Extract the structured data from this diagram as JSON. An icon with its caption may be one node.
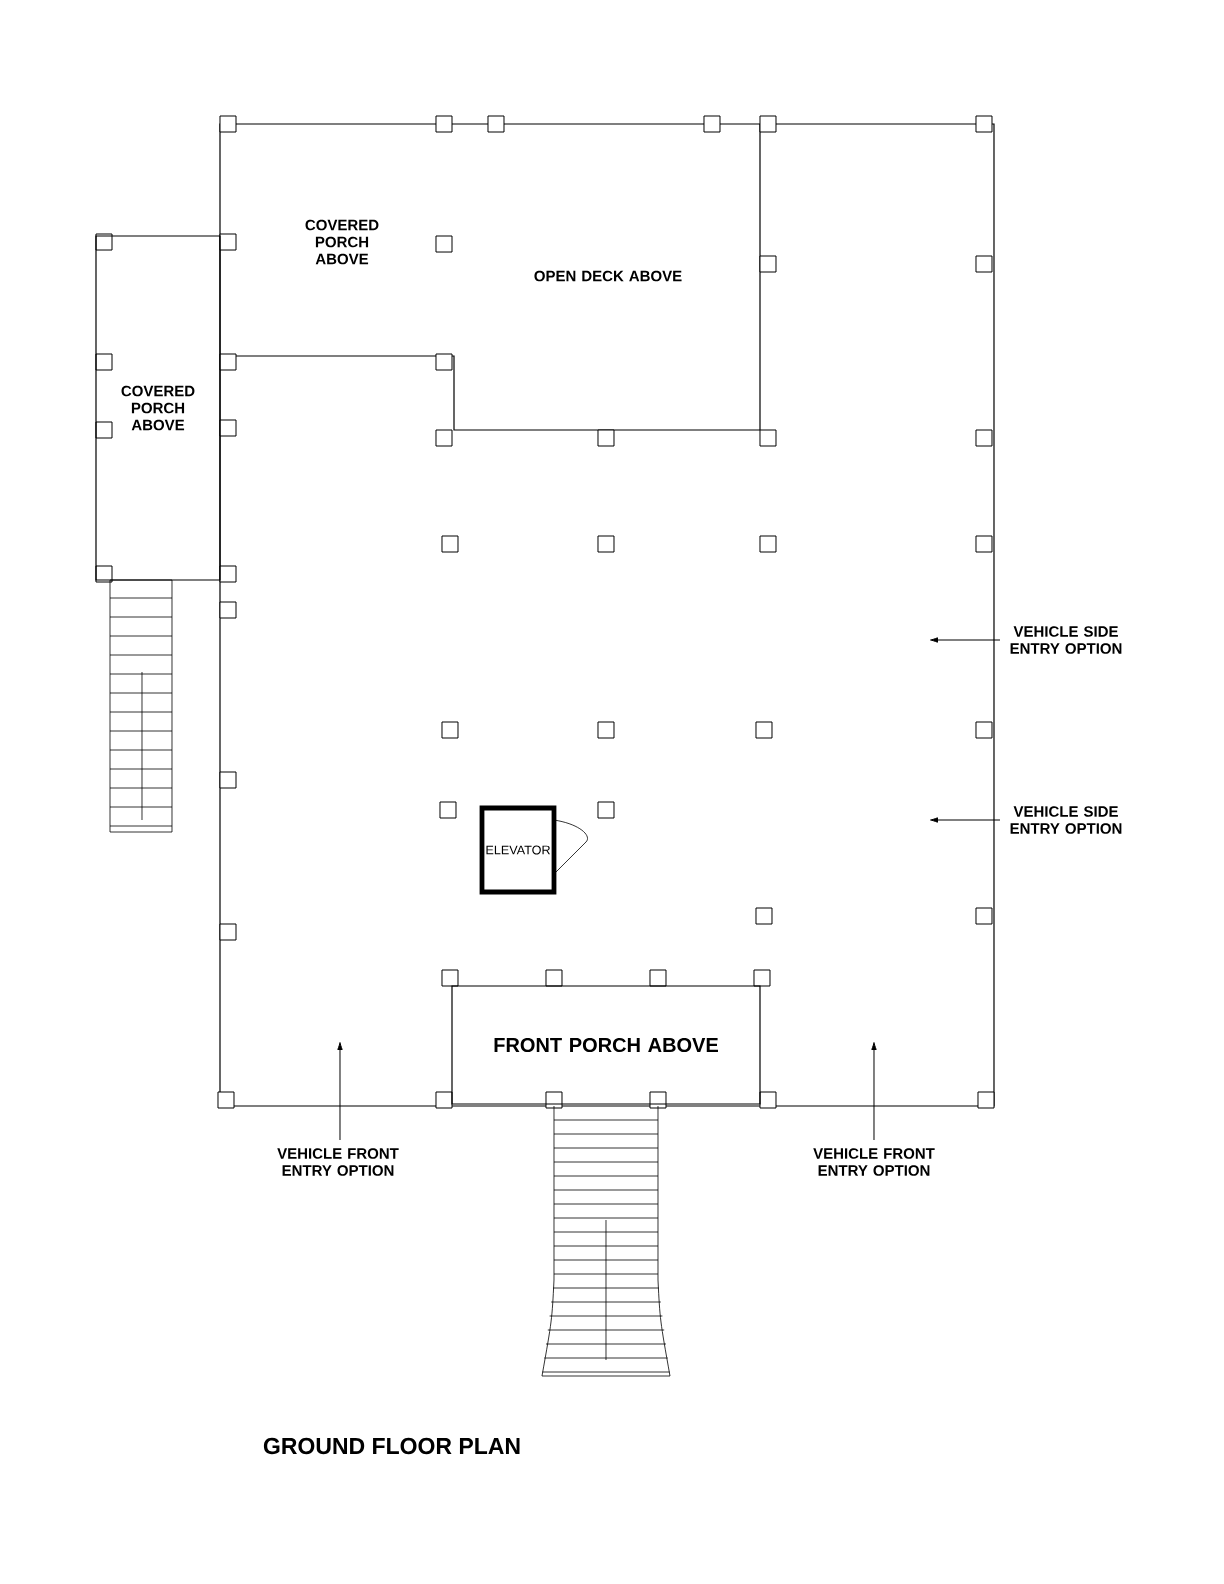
{
  "diagram": {
    "title": "GROUND FLOOR PLAN",
    "nodes": [
      {
        "text": [
          "COVERED PORCH ABOVE"
        ]
      },
      {
        "text": [
          "ELEVATOR"
        ]
      },
      {
        "text": [
          "FRONT PORCH ABOVE"
        ]
      }
    ],
    "labels": [
      "COVERED PORCH ABOVE",
      "OPEN DECK ABOVE",
      "VEHICLE SIDE ENTRY OPTION",
      "VEHICLE SIDE ENTRY OPTION",
      "VEHICLE FRONT ENTRY OPTION",
      "VEHICLE FRONT ENTRY OPTION"
    ]
  }
}
